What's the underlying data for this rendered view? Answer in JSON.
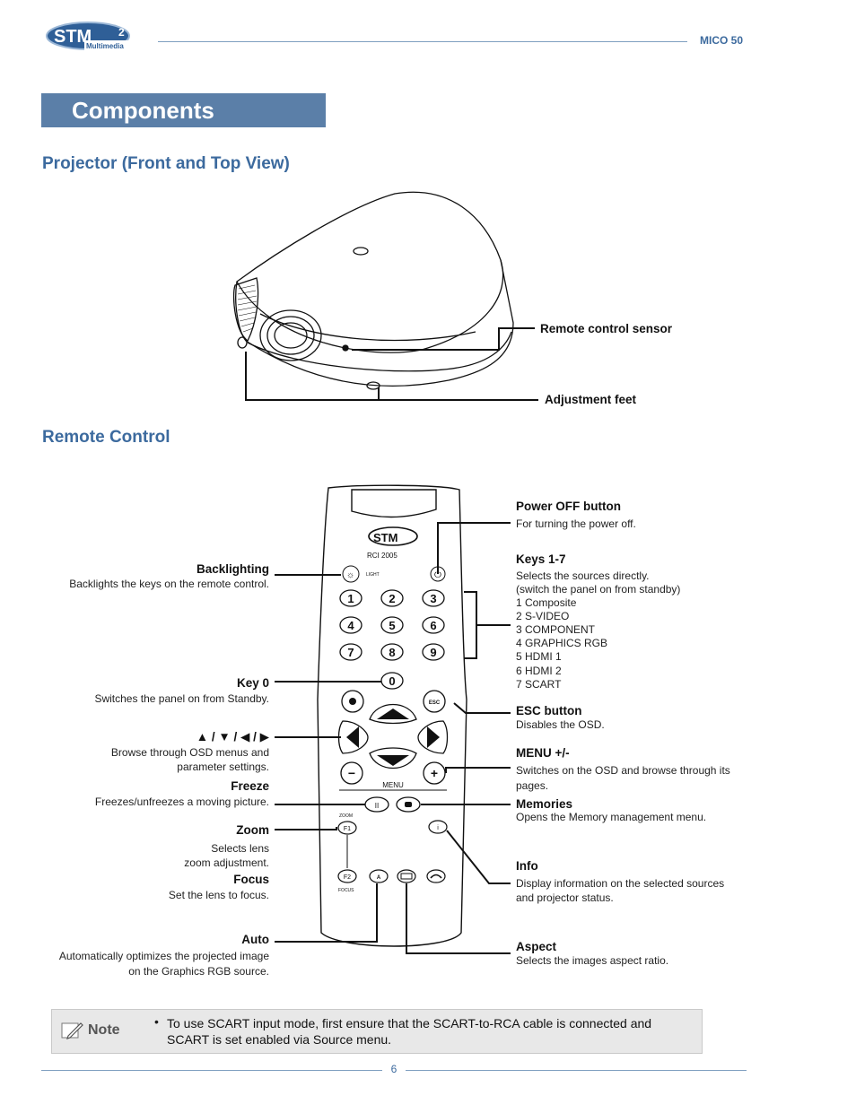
{
  "header": {
    "logo_text": "STM",
    "logo_sub": "Multimedia",
    "model": "MICO 50"
  },
  "page_title": "Components",
  "sections": {
    "projector_title": "Projector (Front and Top View)",
    "remote_title": "Remote Control"
  },
  "projector_callouts": {
    "sensor": "Remote control sensor",
    "feet": "Adjustment feet"
  },
  "remote_labels": {
    "backlighting": {
      "title": "Backlighting",
      "desc": "Backlights the keys on the remote control."
    },
    "key0": {
      "title": "Key 0",
      "desc": "Switches the panel on from Standby."
    },
    "arrows": {
      "title": "▲ / ▼ / ◀ / ▶",
      "desc1": "Browse through OSD menus and",
      "desc2": "parameter settings."
    },
    "freeze": {
      "title": "Freeze",
      "desc": "Freezes/unfreezes a moving picture."
    },
    "zoom": {
      "title": "Zoom",
      "desc1": "Selects lens",
      "desc2": "zoom adjustment."
    },
    "focus": {
      "title": "Focus",
      "desc": "Set the lens to focus."
    },
    "auto": {
      "title": "Auto",
      "desc1": "Automatically optimizes the projected image",
      "desc2": "on the Graphics RGB source."
    },
    "power": {
      "title": "Power OFF button",
      "desc": "For turning the power off."
    },
    "keys17": {
      "title": "Keys 1-7",
      "lines": [
        "Selects the sources directly.",
        "(switch the panel on from standby)",
        "1 Composite",
        "2 S-VIDEO",
        "3 COMPONENT",
        "4 GRAPHICS RGB",
        "5 HDMI 1",
        "6 HDMI 2",
        "7 SCART"
      ]
    },
    "esc": {
      "title": "ESC button",
      "desc": "Disables the OSD."
    },
    "menu": {
      "title": "MENU +/-",
      "desc1": "Switches on the OSD and browse through its",
      "desc2": "pages."
    },
    "memories": {
      "title": "Memories",
      "desc": "Opens the Memory management menu."
    },
    "info": {
      "title": "Info",
      "desc1": "Display information on the selected sources",
      "desc2": "and projector status."
    },
    "aspect": {
      "title": "Aspect",
      "desc": "Selects the images aspect ratio."
    }
  },
  "remote_device": {
    "model": "RCI 2005",
    "light": "LIGHT",
    "keys": [
      "1",
      "2",
      "3",
      "4",
      "5",
      "6",
      "7",
      "8",
      "9",
      "0"
    ],
    "esc": "ESC",
    "menu": "MENU",
    "zoom": "ZOOM",
    "focus": "FOCUS",
    "f1": "F1",
    "f2": "F2",
    "auto": "A",
    "minus": "−",
    "plus": "+"
  },
  "note": {
    "label": "Note",
    "text": "To use SCART input mode, first ensure that the SCART-to-RCA cable is connected and SCART is set enabled via Source menu."
  },
  "footer": {
    "page": "6"
  },
  "colors": {
    "brand": "#3c6a9e",
    "banner": "#5b7fa8",
    "note_bg": "#e8e8e8"
  }
}
